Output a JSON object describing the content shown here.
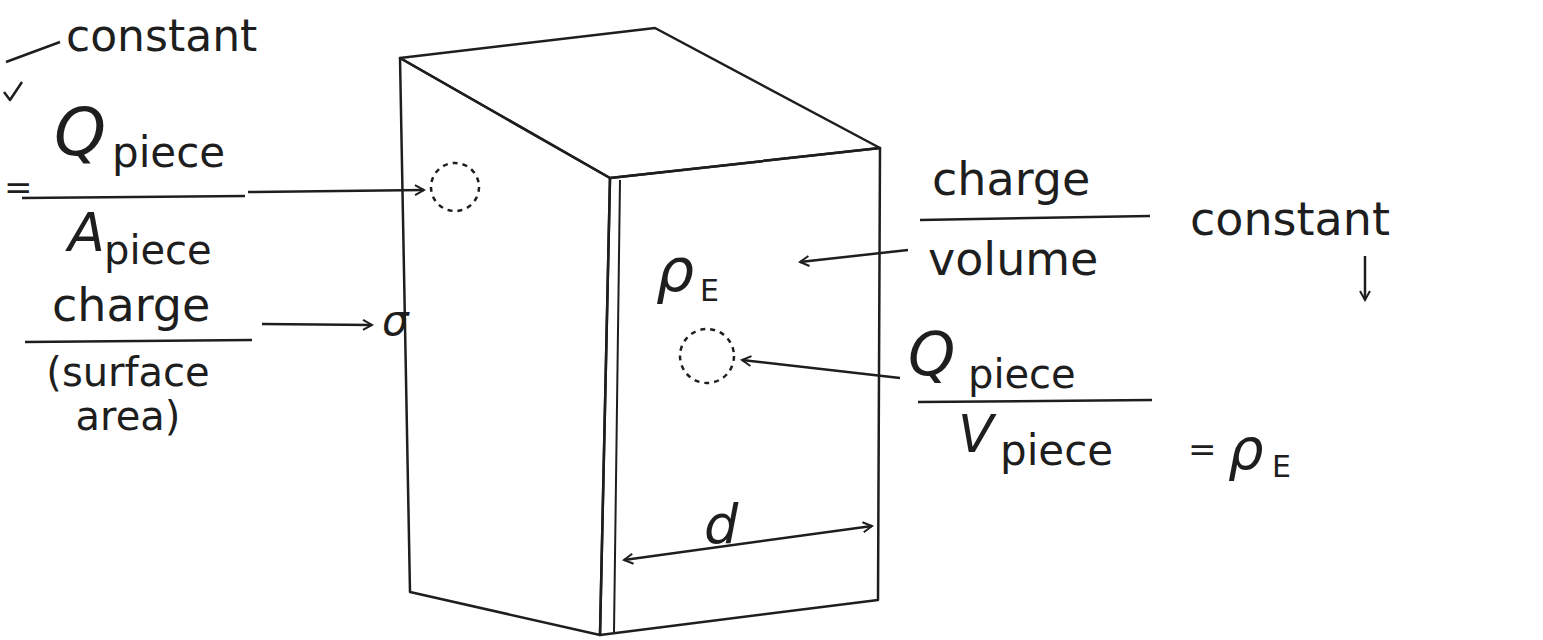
{
  "diagram": {
    "labels": [
      "constant",
      "=",
      "Q",
      "piece",
      "A",
      "piece",
      "charge",
      "σ",
      "(surface area)",
      "ρ",
      "E",
      "charge",
      "volume",
      "constant",
      "Q",
      "piece",
      "V",
      "piece",
      "=",
      "ρ",
      "E",
      "d"
    ]
  }
}
